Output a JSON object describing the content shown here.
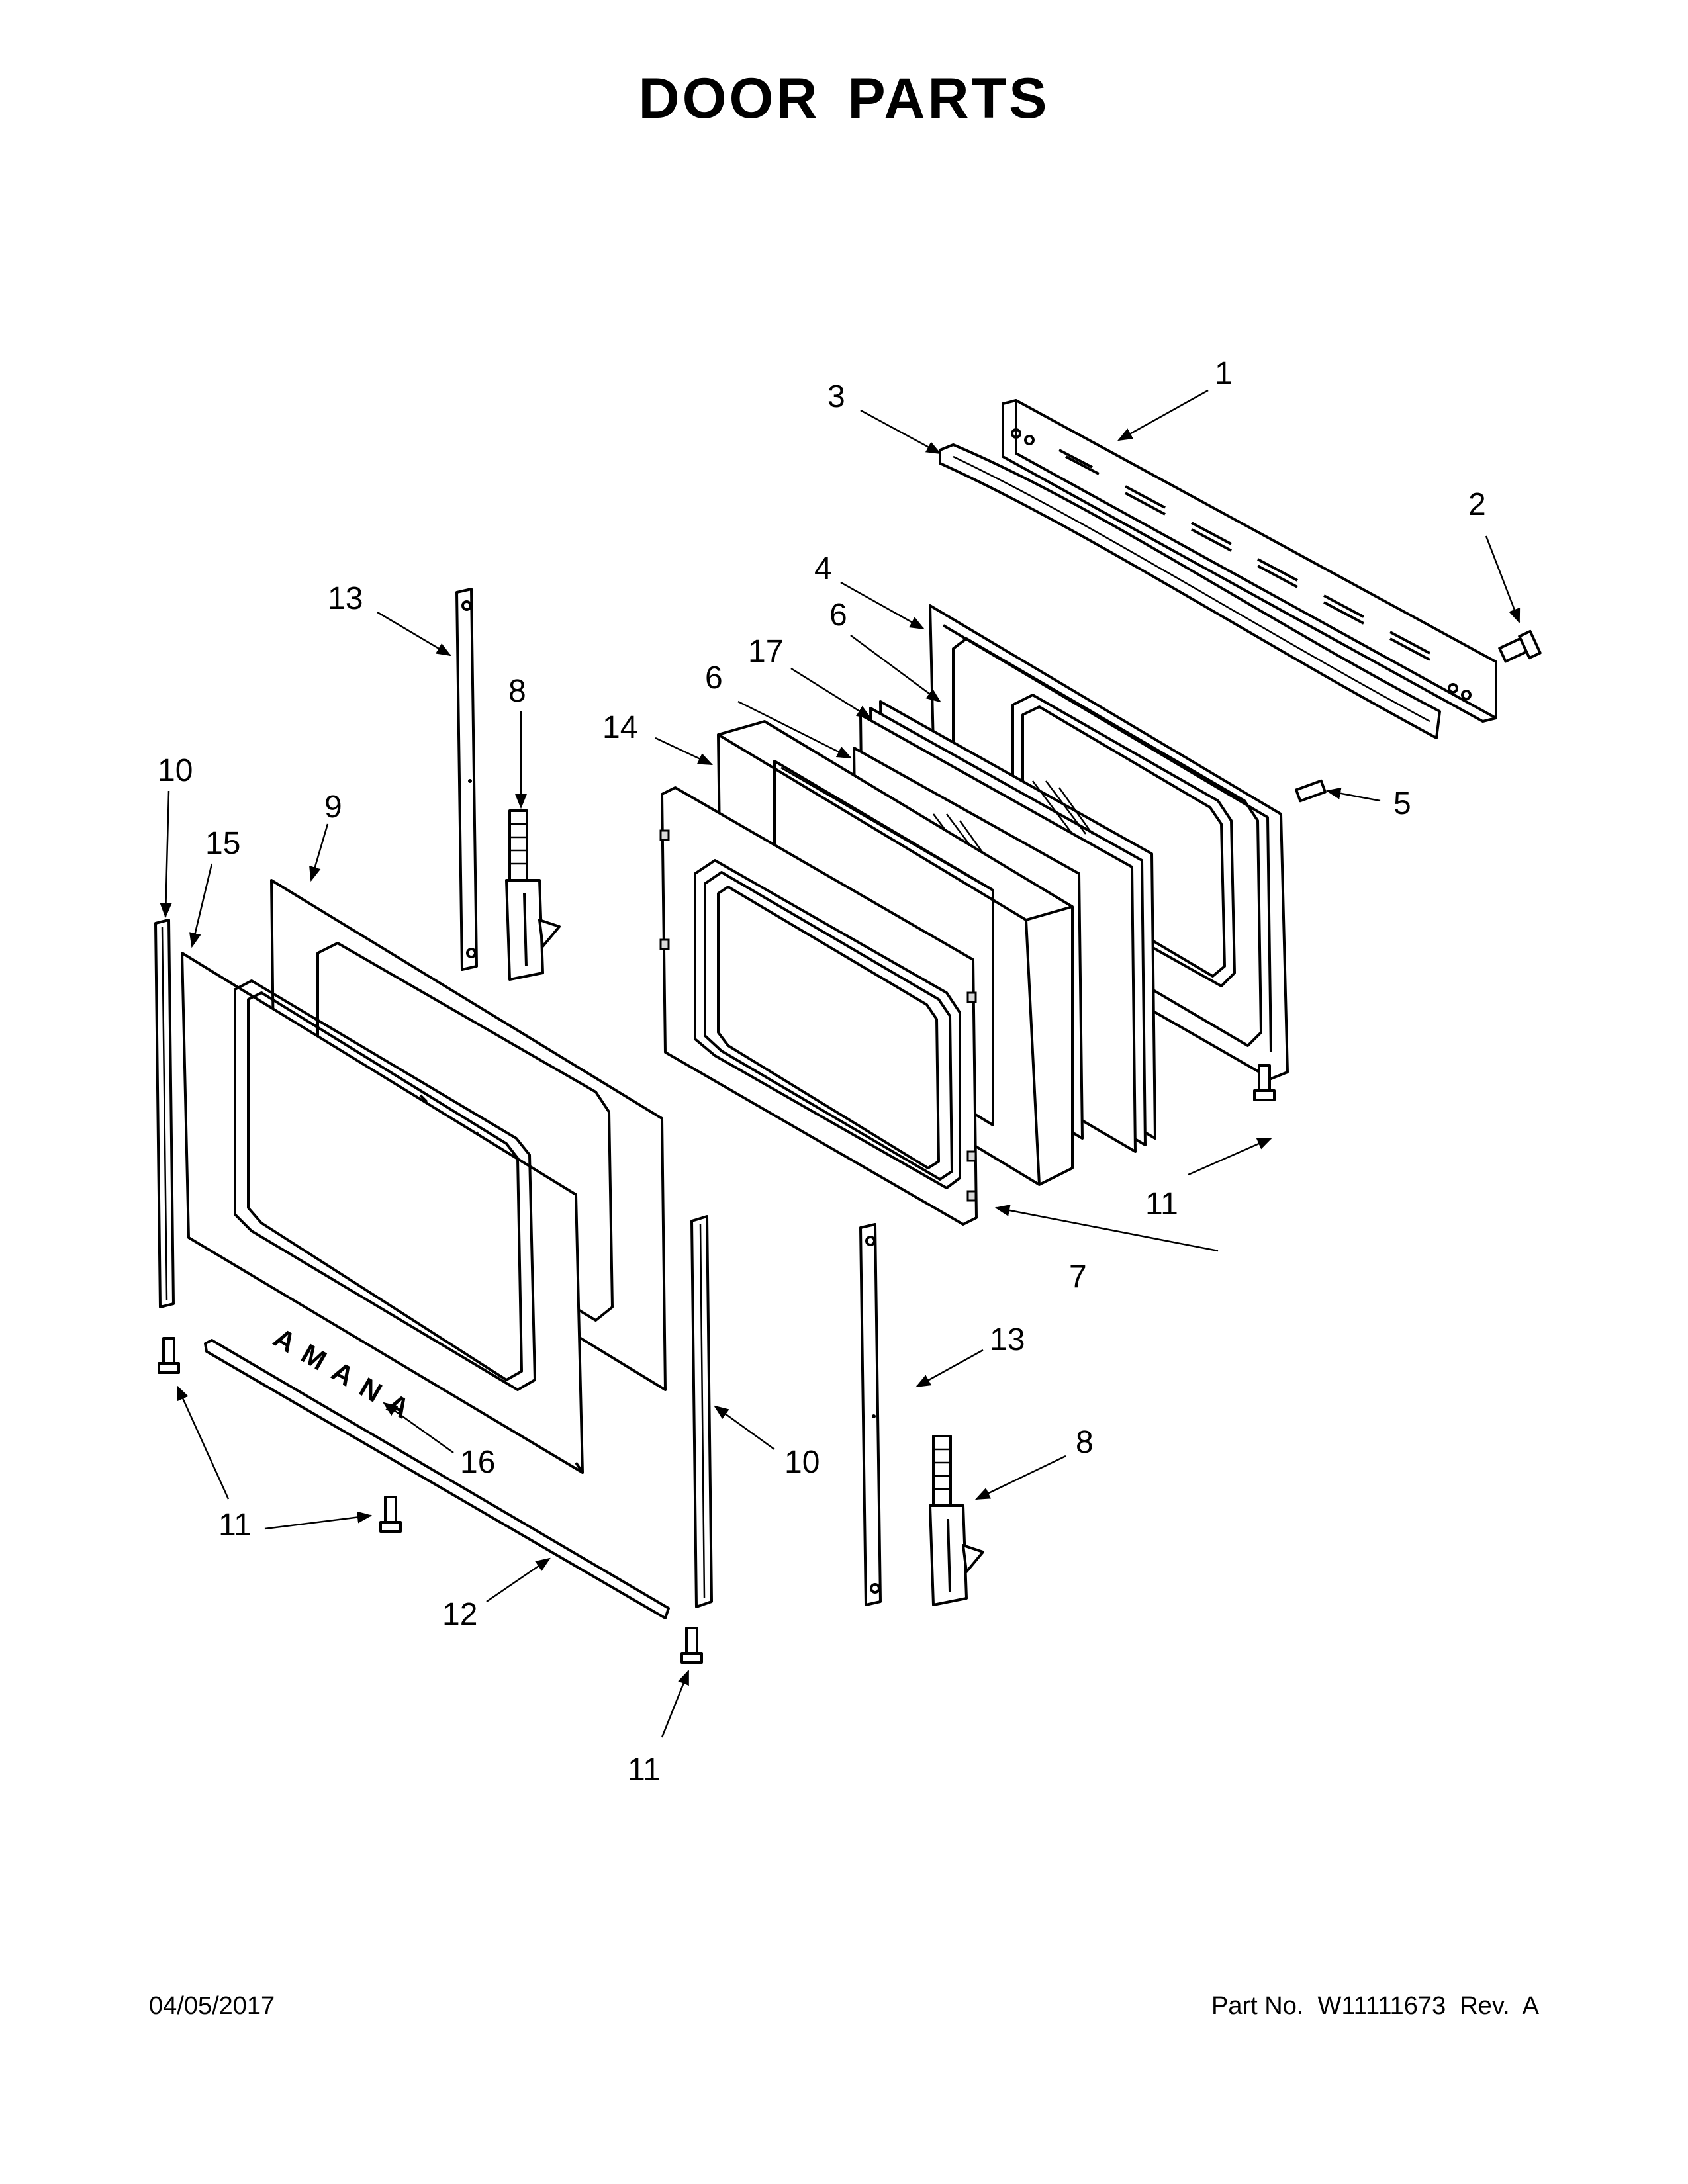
{
  "title": "DOOR PARTS",
  "footer": {
    "date": "04/05/2017",
    "part_number": "Part No.  W11111673  Rev.  A"
  },
  "brand_mark": "AMANA",
  "callouts": {
    "c1": "1",
    "c2": "2",
    "c3": "3",
    "c4": "4",
    "c5": "5",
    "c6a": "6",
    "c6b": "6",
    "c7": "7",
    "c8a": "8",
    "c8b": "8",
    "c9": "9",
    "c10a": "10",
    "c10b": "10",
    "c11a": "11",
    "c11b": "11",
    "c11c": "11",
    "c11d": "11",
    "c12": "12",
    "c13a": "13",
    "c13b": "13",
    "c14": "14",
    "c15": "15",
    "c16": "16",
    "c17": "17"
  }
}
